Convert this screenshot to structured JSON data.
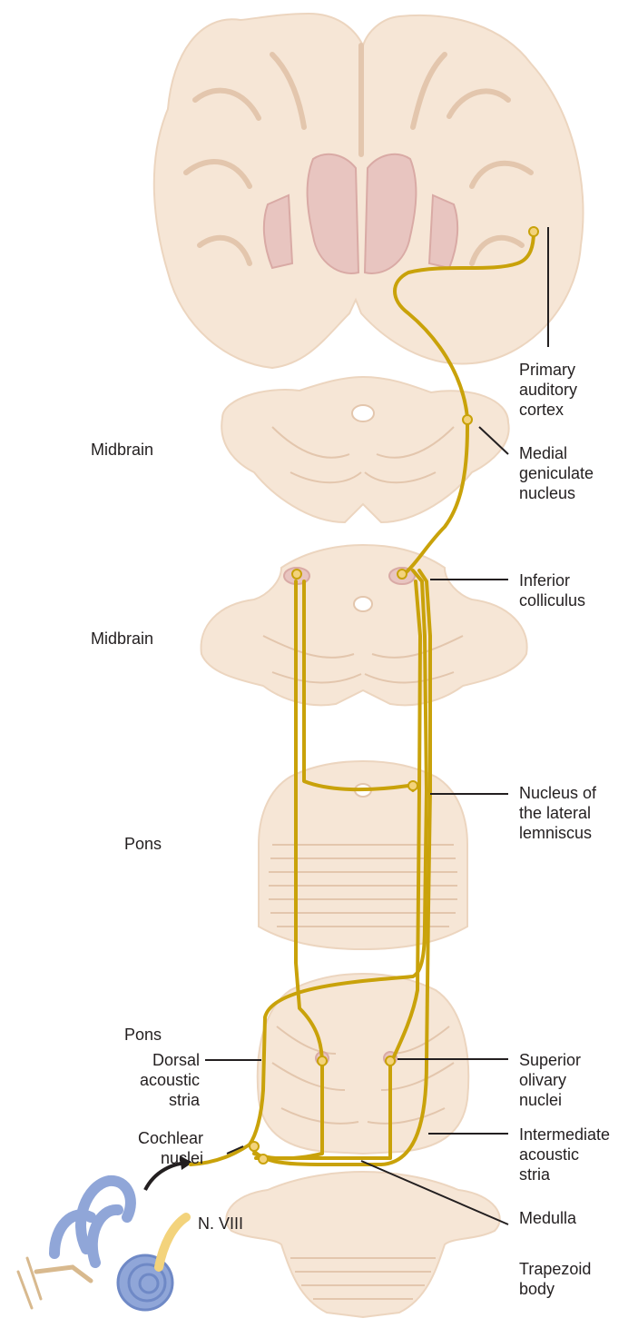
{
  "colors": {
    "tissue": "#f6e6d6",
    "tissue_dark": "#ecd5bf",
    "tissue_line": "#e3c6ad",
    "nuclei": "#e8c5c0",
    "nuclei_line": "#d9aaa5",
    "pathway": "#c9a20a",
    "ear": "#90a6d8",
    "ear_dark": "#6f89c6",
    "leader": "#231f20"
  },
  "labels": {
    "primary_auditory_cortex": [
      "Primary",
      "auditory",
      "cortex"
    ],
    "medial_geniculate_nucleus": [
      "Medial",
      "geniculate",
      "nucleus"
    ],
    "inferior_colliculus": [
      "Inferior",
      "colliculus"
    ],
    "nucleus_lateral_lemniscus": [
      "Nucleus of",
      "the lateral",
      "lemniscus"
    ],
    "superior_olivary_nuclei": [
      "Superior",
      "olivary",
      "nuclei"
    ],
    "intermediate_acoustic_stria": [
      "Intermediate",
      "acoustic",
      "stria"
    ],
    "medulla": "Medulla",
    "trapezoid_body": [
      "Trapezoid",
      "body"
    ],
    "midbrain_upper": "Midbrain",
    "midbrain_lower": "Midbrain",
    "pons_upper": "Pons",
    "pons_lower": "Pons",
    "dorsal_acoustic_stria": [
      "Dorsal",
      "acoustic",
      "stria"
    ],
    "cochlear_nuclei": [
      "Cochlear",
      "nuclei"
    ],
    "n_viii": "N. VIII"
  }
}
